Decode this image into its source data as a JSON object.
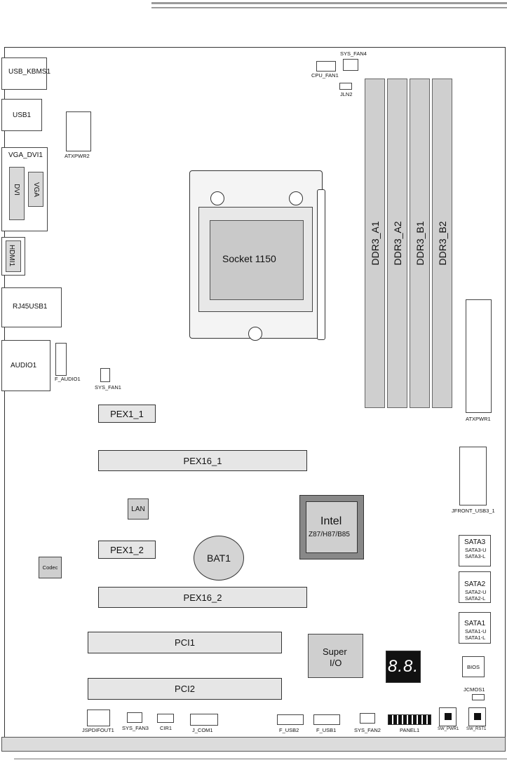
{
  "labels": {
    "usb_kbms": "USB_KBMS1",
    "usb1": "USB1",
    "vga_dvi": "VGA_DVI1",
    "dvi": "DVI",
    "vga": "VGA",
    "hdmi": "HDMI1",
    "rj45": "RJ45USB1",
    "audio": "AUDIO1",
    "f_audio": "F_AUDIO1",
    "sys_fan1": "SYS_FAN1",
    "atxpwr2": "ATXPWR2",
    "cpu_fan": "CPU_FAN1",
    "sys_fan4": "SYS_FAN4",
    "jln2": "JLN2",
    "socket": "Socket 1150",
    "ddr3_a1": "DDR3_A1",
    "ddr3_a2": "DDR3_A2",
    "ddr3_b1": "DDR3_B1",
    "ddr3_b2": "DDR3_B2",
    "atxpwr1": "ATXPWR1",
    "pex1_1": "PEX1_1",
    "pex16_1": "PEX16_1",
    "lan": "LAN",
    "intel": "Intel",
    "chipset": "Z87/H87/B85",
    "jfront_usb3": "JFRONT_USB3_1",
    "pex1_2": "PEX1_2",
    "bat": "BAT1",
    "codec": "Codec",
    "sata3": "SATA3",
    "sata3_u": "SATA3-U",
    "sata3_l": "SATA3-L",
    "sata2": "SATA2",
    "sata2_u": "SATA2-U",
    "sata2_l": "SATA2-L",
    "sata1": "SATA1",
    "sata1_u": "SATA1-U",
    "sata1_l": "SATA1-L",
    "pex16_2": "PEX16_2",
    "pci1": "PCI1",
    "pci2": "PCI2",
    "super": "Super",
    "io": "I/O",
    "seg": "8.8.",
    "bios": "BIOS",
    "jcmos": "JCMOS1",
    "jspdif": "JSPDIFOUT1",
    "sys_fan3": "SYS_FAN3",
    "cir": "CIR1",
    "jcom": "J_COM1",
    "f_usb2": "F_USB2",
    "f_usb1": "F_USB1",
    "sys_fan2": "SYS_FAN2",
    "panel": "PANEL1",
    "sw_pwr": "SW_PWR1",
    "sw_rst": "SW_RST1"
  }
}
